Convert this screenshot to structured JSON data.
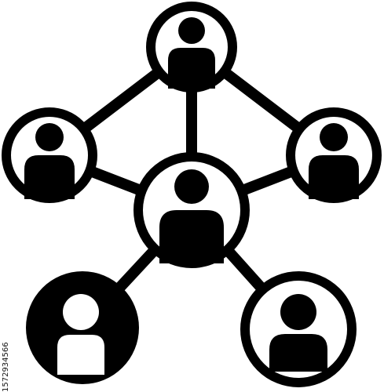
{
  "icon": {
    "name": "people-network-icon",
    "nodes": [
      "top-person",
      "left-person",
      "right-person",
      "center-person",
      "bottom-left-person",
      "bottom-right-person"
    ]
  },
  "colors": {
    "stroke": "#000000",
    "fill": "#000000",
    "background": "#ffffff"
  },
  "stock_id": "1572934566"
}
